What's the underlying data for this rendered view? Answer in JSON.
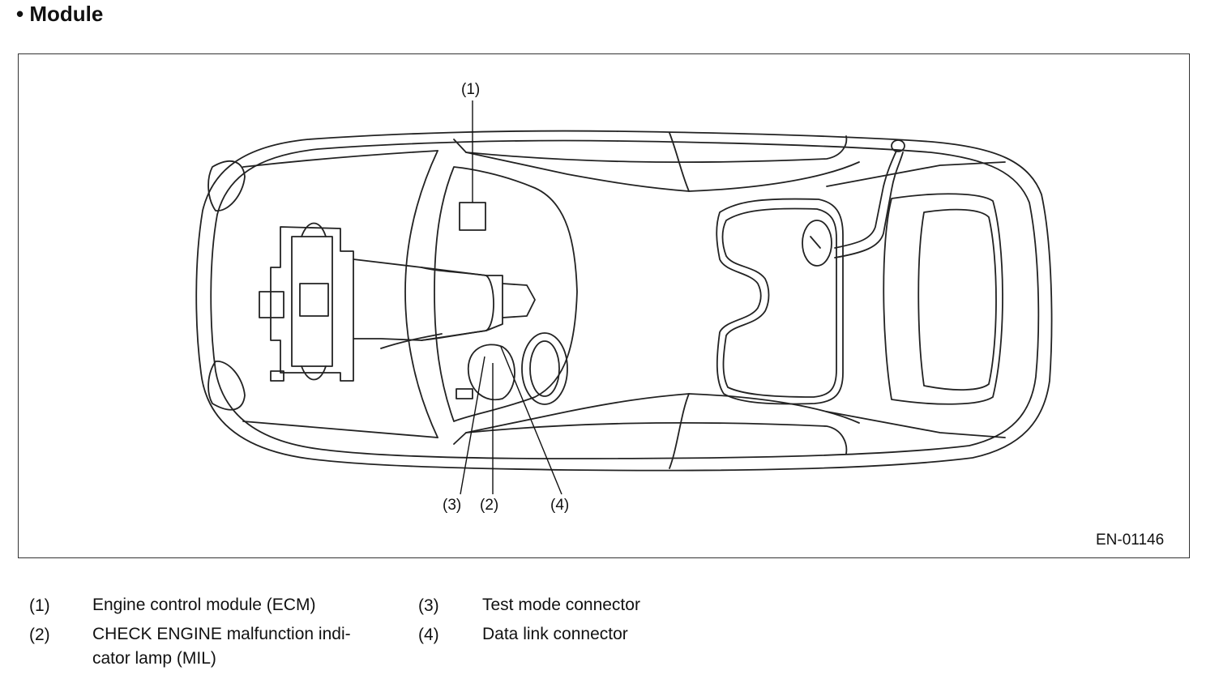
{
  "heading": "• Module",
  "figure": {
    "id": "EN-01146",
    "callouts": {
      "c1": "(1)",
      "c2": "(2)",
      "c3": "(3)",
      "c4": "(4)"
    }
  },
  "legend": [
    {
      "num": "(1)",
      "text": "Engine control module (ECM)"
    },
    {
      "num": "(2)",
      "text": "CHECK ENGINE malfunction indi-",
      "text2": "cator lamp (MIL)"
    },
    {
      "num": "(3)",
      "text": "Test mode connector"
    },
    {
      "num": "(4)",
      "text": "Data link connector"
    }
  ]
}
